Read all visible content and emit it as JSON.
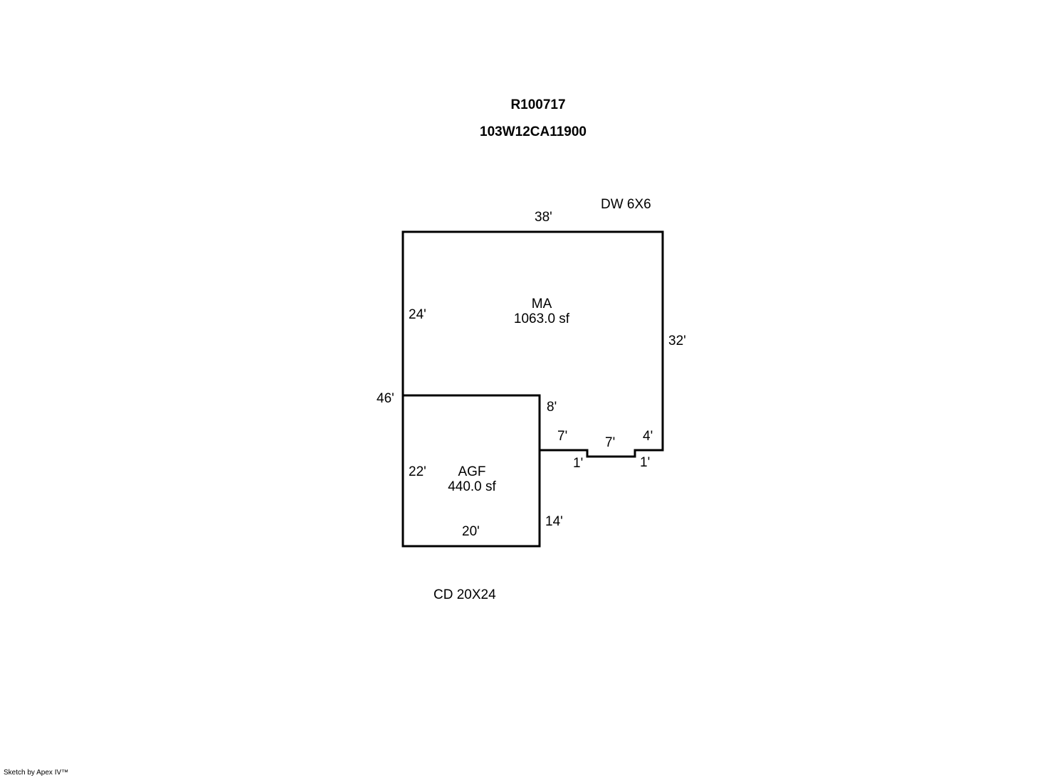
{
  "header": {
    "parcel_id": "R100717",
    "map_number": "103W12CA11900"
  },
  "sketch": {
    "areas": [
      {
        "code": "MA",
        "size": "1063.0 sf"
      },
      {
        "code": "AGF",
        "size": "440.0 sf"
      }
    ],
    "dimensions": {
      "ma_top": "38'",
      "ma_right": "32'",
      "ma_left": "24'",
      "overall_left": "46'",
      "agf_notch": "8'",
      "bottom_run_left": "7'",
      "bottom_run_mid": "7'",
      "bottom_run_right": "4'",
      "step_left": "1'",
      "step_right": "1'",
      "agf_left": "22'",
      "agf_bottom": "20'",
      "agf_right": "14'"
    },
    "notes": {
      "top_right": "DW 6X6",
      "bottom": "CD 20X24"
    }
  },
  "footer": {
    "credit": "Sketch by Apex IV™"
  }
}
